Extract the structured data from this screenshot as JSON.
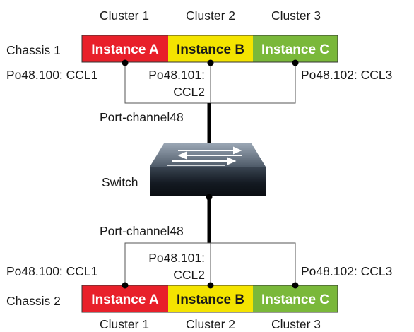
{
  "top": {
    "chassis_label": "Chassis 1",
    "clusters": [
      "Cluster 1",
      "Cluster 2",
      "Cluster 3"
    ],
    "instances": [
      "Instance A",
      "Instance B",
      "Instance C"
    ],
    "ports": {
      "ccl1": "Po48.100: CCL1",
      "ccl2_line1": "Po48.101:",
      "ccl2_line2": "CCL2",
      "ccl3": "Po48.102: CCL3"
    },
    "port_channel": "Port-channel48"
  },
  "switch_label": "Switch",
  "bottom": {
    "chassis_label": "Chassis 2",
    "clusters": [
      "Cluster 1",
      "Cluster 2",
      "Cluster 3"
    ],
    "instances": [
      "Instance A",
      "Instance B",
      "Instance C"
    ],
    "ports": {
      "ccl1": "Po48.100: CCL1",
      "ccl2_line1": "Po48.101:",
      "ccl2_line2": "CCL2",
      "ccl3": "Po48.102: CCL3"
    },
    "port_channel": "Port-channel48"
  },
  "colors": {
    "instance_a": "#e8202a",
    "instance_b": "#f4e400",
    "instance_c": "#7ab83a"
  }
}
